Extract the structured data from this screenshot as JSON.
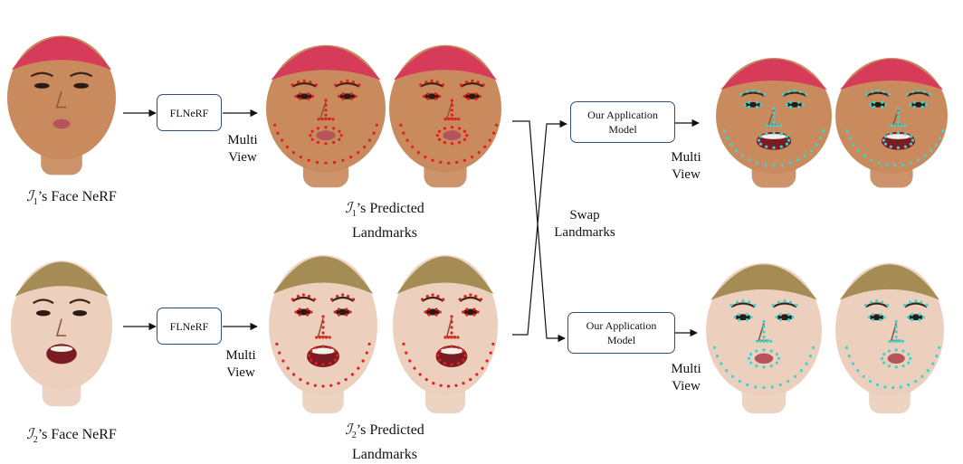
{
  "faces": [
    {
      "id": "src1",
      "subject": "male",
      "hat": "red",
      "mouth": "pursed",
      "landmarks": "none",
      "turn": 0
    },
    {
      "id": "pred1a",
      "subject": "male",
      "hat": "red",
      "mouth": "pursed",
      "landmarks": "red",
      "turn": 0
    },
    {
      "id": "pred1b",
      "subject": "male",
      "hat": "red",
      "mouth": "pursed",
      "landmarks": "red",
      "turn": 1
    },
    {
      "id": "out1a",
      "subject": "male",
      "hat": "red",
      "mouth": "open",
      "landmarks": "cyan",
      "turn": 0
    },
    {
      "id": "out1b",
      "subject": "male",
      "hat": "red",
      "mouth": "open",
      "landmarks": "cyan",
      "turn": 1
    },
    {
      "id": "src2",
      "subject": "female",
      "hat": "tan",
      "mouth": "open",
      "landmarks": "none",
      "turn": 0
    },
    {
      "id": "pred2a",
      "subject": "female",
      "hat": "tan",
      "mouth": "open",
      "landmarks": "red",
      "turn": 0
    },
    {
      "id": "pred2b",
      "subject": "female",
      "hat": "tan",
      "mouth": "open",
      "landmarks": "red",
      "turn": 1
    },
    {
      "id": "out2a",
      "subject": "female",
      "hat": "tan",
      "mouth": "pursed",
      "landmarks": "cyan",
      "turn": 0
    },
    {
      "id": "out2b",
      "subject": "female",
      "hat": "tan",
      "mouth": "pursed",
      "landmarks": "cyan",
      "turn": 1
    }
  ],
  "boxes": {
    "flnerf_top": "FLNeRF",
    "flnerf_bottom": "FLNeRF",
    "app_top": "Our Application Model",
    "app_bottom": "Our Application Model"
  },
  "labels": {
    "multi_view_1": "Multi View",
    "multi_view_2": "Multi View",
    "multi_view_3": "Multi View",
    "multi_view_4": "Multi View",
    "swap": "Swap Landmarks"
  },
  "captions": {
    "nerf1": {
      "sym": "ℐ",
      "sub": "1",
      "text": "’s Face NeRF"
    },
    "nerf2": {
      "sym": "ℐ",
      "sub": "2",
      "text": "’s Face NeRF"
    },
    "pred1": {
      "sym": "ℐ",
      "sub": "1",
      "text": "’s Predicted",
      "line2": "Landmarks"
    },
    "pred2": {
      "sym": "ℐ",
      "sub": "2",
      "text": "’s Predicted",
      "line2": "Landmarks"
    }
  },
  "colors": {
    "hat_red": "#d63c5a",
    "hat_tan": "#a58c55",
    "skin_male": "#c98a5e",
    "skin_female": "#ecd0bd",
    "landmark_red": "#e0201c",
    "landmark_cyan": "#38d6d0",
    "box_border": "#2f4f7f"
  }
}
